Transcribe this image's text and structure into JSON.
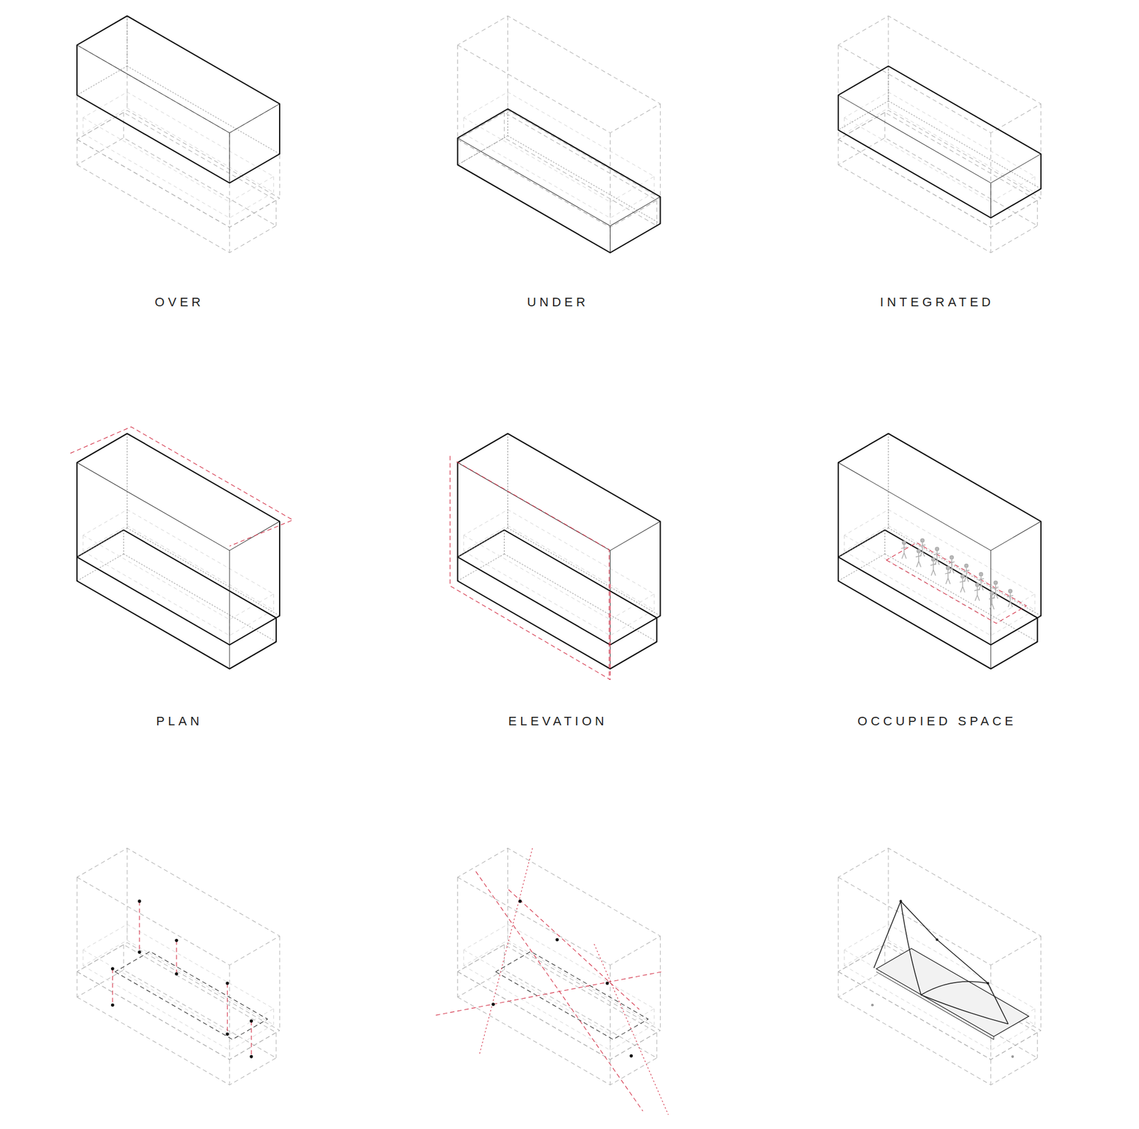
{
  "diagram": {
    "labels": [
      "OVER",
      "UNDER",
      "INTEGRATED",
      "PLAN",
      "ELEVATION",
      "OCCUPIED SPACE"
    ]
  }
}
